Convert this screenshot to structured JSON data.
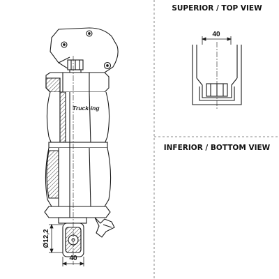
{
  "labels": {
    "top_view": "SUPERIOR / TOP VIEW",
    "bottom_view": "INFERIOR / BOTTOM VIEW"
  },
  "dimensions": {
    "top_width": "40",
    "bottom_width": "40",
    "eye_diameter": "Ø12,2"
  },
  "brand": {
    "name": "Truck-ing"
  },
  "colors": {
    "line": "#1a1a1a",
    "hatch": "#444444",
    "divider": "#888888"
  }
}
